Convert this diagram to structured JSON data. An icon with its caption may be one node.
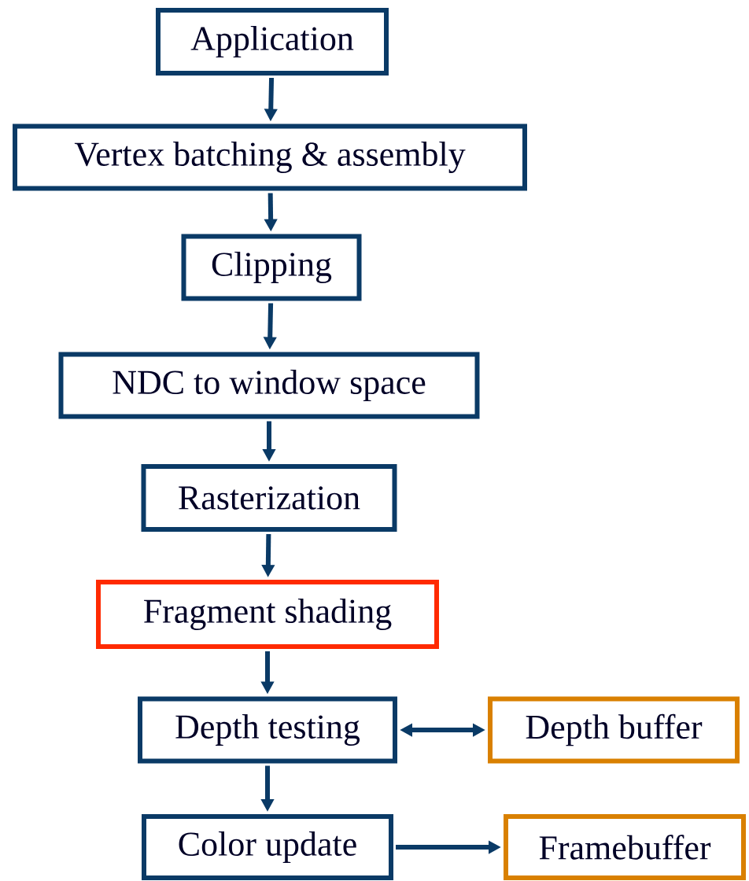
{
  "diagram": {
    "nodes": [
      {
        "text": [
          "Application"
        ]
      },
      {
        "text": [
          "Vertex batching & assembly"
        ]
      },
      {
        "text": [
          "Clipping"
        ]
      },
      {
        "text": [
          "NDC to window space"
        ]
      },
      {
        "text": [
          "Rasterization"
        ]
      },
      {
        "text": [
          "Fragment shading"
        ]
      },
      {
        "text": [
          "Depth testing"
        ]
      },
      {
        "text": [
          "Depth buffer"
        ]
      },
      {
        "text": [
          "Color update"
        ]
      },
      {
        "text": [
          "Framebuffer"
        ]
      }
    ],
    "edges": [
      {
        "from": 0,
        "to": 1,
        "arrow": "to"
      },
      {
        "from": 1,
        "to": 2,
        "arrow": "to"
      },
      {
        "from": 2,
        "to": 3,
        "arrow": "to"
      },
      {
        "from": 3,
        "to": 4,
        "arrow": "to"
      },
      {
        "from": 4,
        "to": 5,
        "arrow": "to"
      },
      {
        "from": 5,
        "to": 6,
        "arrow": "to"
      },
      {
        "from": 6,
        "to": 7,
        "arrow": "both"
      },
      {
        "from": 6,
        "to": 8,
        "arrow": "to"
      },
      {
        "from": 8,
        "to": 9,
        "arrow": "to"
      }
    ]
  }
}
